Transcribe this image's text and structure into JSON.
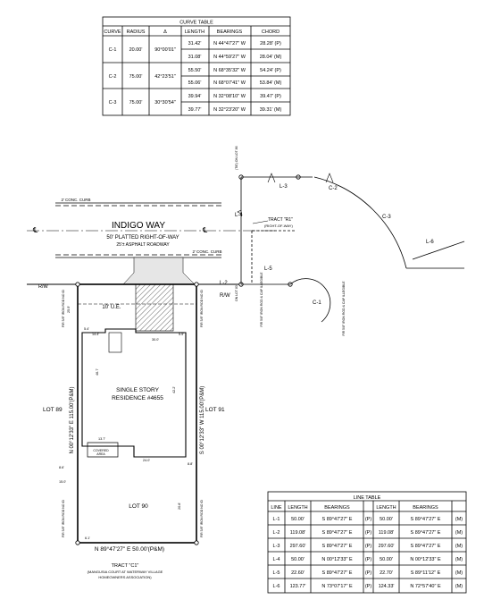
{
  "curve_table": {
    "title": "CURVE TABLE",
    "headers": [
      "CURVE",
      "RADIUS",
      "Δ",
      "LENGTH",
      "BEARINGS",
      "CHORD"
    ],
    "rows": [
      {
        "curve": "C-1",
        "radius": "20.00'",
        "delta": "90°00'01\"",
        "lines": [
          {
            "length": "31.42'",
            "bearing": "N 44°47'27\" W",
            "chord": "28.28' (P)"
          },
          {
            "length": "31.08'",
            "bearing": "N 44°59'27\" W",
            "chord": "28.04' (M)"
          }
        ]
      },
      {
        "curve": "C-2",
        "radius": "75.00'",
        "delta": "42°23'51\"",
        "lines": [
          {
            "length": "55.50'",
            "bearing": "N 68°35'32\" W",
            "chord": "54.24' (P)"
          },
          {
            "length": "55.06'",
            "bearing": "N 68°07'41\" W",
            "chord": "53.84' (M)"
          }
        ]
      },
      {
        "curve": "C-3",
        "radius": "75.00'",
        "delta": "30°30'54\"",
        "lines": [
          {
            "length": "39.94'",
            "bearing": "N 32°08'10\" W",
            "chord": "39.47' (P)"
          },
          {
            "length": "39.77'",
            "bearing": "N 32°23'20\" W",
            "chord": "39.31' (M)"
          }
        ]
      }
    ]
  },
  "line_table": {
    "title": "LINE TABLE",
    "headers": [
      "LINE",
      "LENGTH",
      "BEARINGS",
      "",
      "LENGTH",
      "BEARINGS",
      ""
    ],
    "rows": [
      {
        "line": "L-1",
        "len_p": "50.00'",
        "bear_p": "S 89°47'27\" E",
        "p": "(P)",
        "len_m": "50.00'",
        "bear_m": "S 89°47'27\" E",
        "m": "(M)"
      },
      {
        "line": "L-2",
        "len_p": "119.08'",
        "bear_p": "S 89°47'27\" E",
        "p": "(P)",
        "len_m": "119.08'",
        "bear_m": "S 89°47'27\" E",
        "m": "(M)"
      },
      {
        "line": "L-3",
        "len_p": "297.60'",
        "bear_p": "S 89°47'27\" E",
        "p": "(P)",
        "len_m": "297.60'",
        "bear_m": "S 89°47'27\" E",
        "m": "(M)"
      },
      {
        "line": "L-4",
        "len_p": "50.00'",
        "bear_p": "N 00°12'33\" E",
        "p": "(P)",
        "len_m": "50.00'",
        "bear_m": "N 00°12'33\" E",
        "m": "(M)"
      },
      {
        "line": "L-5",
        "len_p": "22.60'",
        "bear_p": "S 89°47'27\" E",
        "p": "(P)",
        "len_m": "22.70'",
        "bear_m": "S 89°11'12\" E",
        "m": "(M)"
      },
      {
        "line": "L-6",
        "len_p": "123.77'",
        "bear_p": "N 73°07'17\" E",
        "p": "(P)",
        "len_m": "124.33'",
        "bear_m": "N 72°57'40\" E",
        "m": "(M)"
      }
    ]
  },
  "road": {
    "name": "INDIGO WAY",
    "row": "50' PLATTED RIGHT-OF-WAY",
    "pavement": "25'± ASPHALT ROADWAY",
    "curb_top": "2' CONC. CURB",
    "curb_bottom": "2' CONC. CURB",
    "rw": "R/W",
    "cl": "℄"
  },
  "labels": {
    "lot_89": "LOT 89",
    "lot_91": "LOT 91",
    "lot_90": "LOT 90",
    "residence_1": "SINGLE STORY",
    "residence_2": "RESIDENCE #4655",
    "ue": "10' U.E.",
    "covered": "COVERED",
    "area": "AREA",
    "west_line": "N 00°12'33\" E    115.00'(P&M)",
    "east_line": "S 00°12'33\" W    115.00'(P&M)",
    "south_line": "N 89°47'27\" E    50.00'(P&M)",
    "tract_c1_1": "TRACT \"C1\"",
    "tract_c1_2": "(MANGUSIA COURT AT WATERWAY VILLAGE",
    "tract_c1_3": "HOMEOWNERS ASSOCIATION)",
    "tract_r1_1": "TRACT \"R1\"",
    "tract_r1_2": "(RIGHT-OF-WAY)",
    "l1": "L-1",
    "l2": "L-2",
    "l3": "L-3",
    "l4": "L-4",
    "l5": "L-5",
    "l6": "L-6",
    "c1": "C-1",
    "c2": "C-2",
    "c3": "C-3",
    "rw2": "R/W",
    "fir_west": "FIR 5/8\" IRON ROD NO ID",
    "fir_east": "FIR 5/8\" IRON ROD NO ID",
    "fir_sw": "FIR 5/8\" IRON ROD NO ID",
    "fir_se": "FIR 5/8\" IRON ROD NO ID",
    "fir_mid": "FIR 5/8\" IRON ROD & CAP ILLEGIBLE",
    "fir_mid2": "FIR 5/8\" IRON ROD & CAP ILLEGIBLE",
    "lot83": "ON LOT 83",
    "lot86": "(TIE) ON LOT 86",
    "dim_14": "14.4'",
    "dim_54": "5.4'",
    "dim_42": "42.2'",
    "dim_24a": "24.0'",
    "dim_15": "15.0'",
    "dim_86": "8.6'",
    "dim_55": "5.5'",
    "dim_13": "13.7'",
    "dim_46": "46.7'",
    "dim_30": "30.0'",
    "dim_61": "6.1'",
    "dim_88": "8.8'",
    "dim_208": "20.8'",
    "dim_259": "25.9'"
  }
}
